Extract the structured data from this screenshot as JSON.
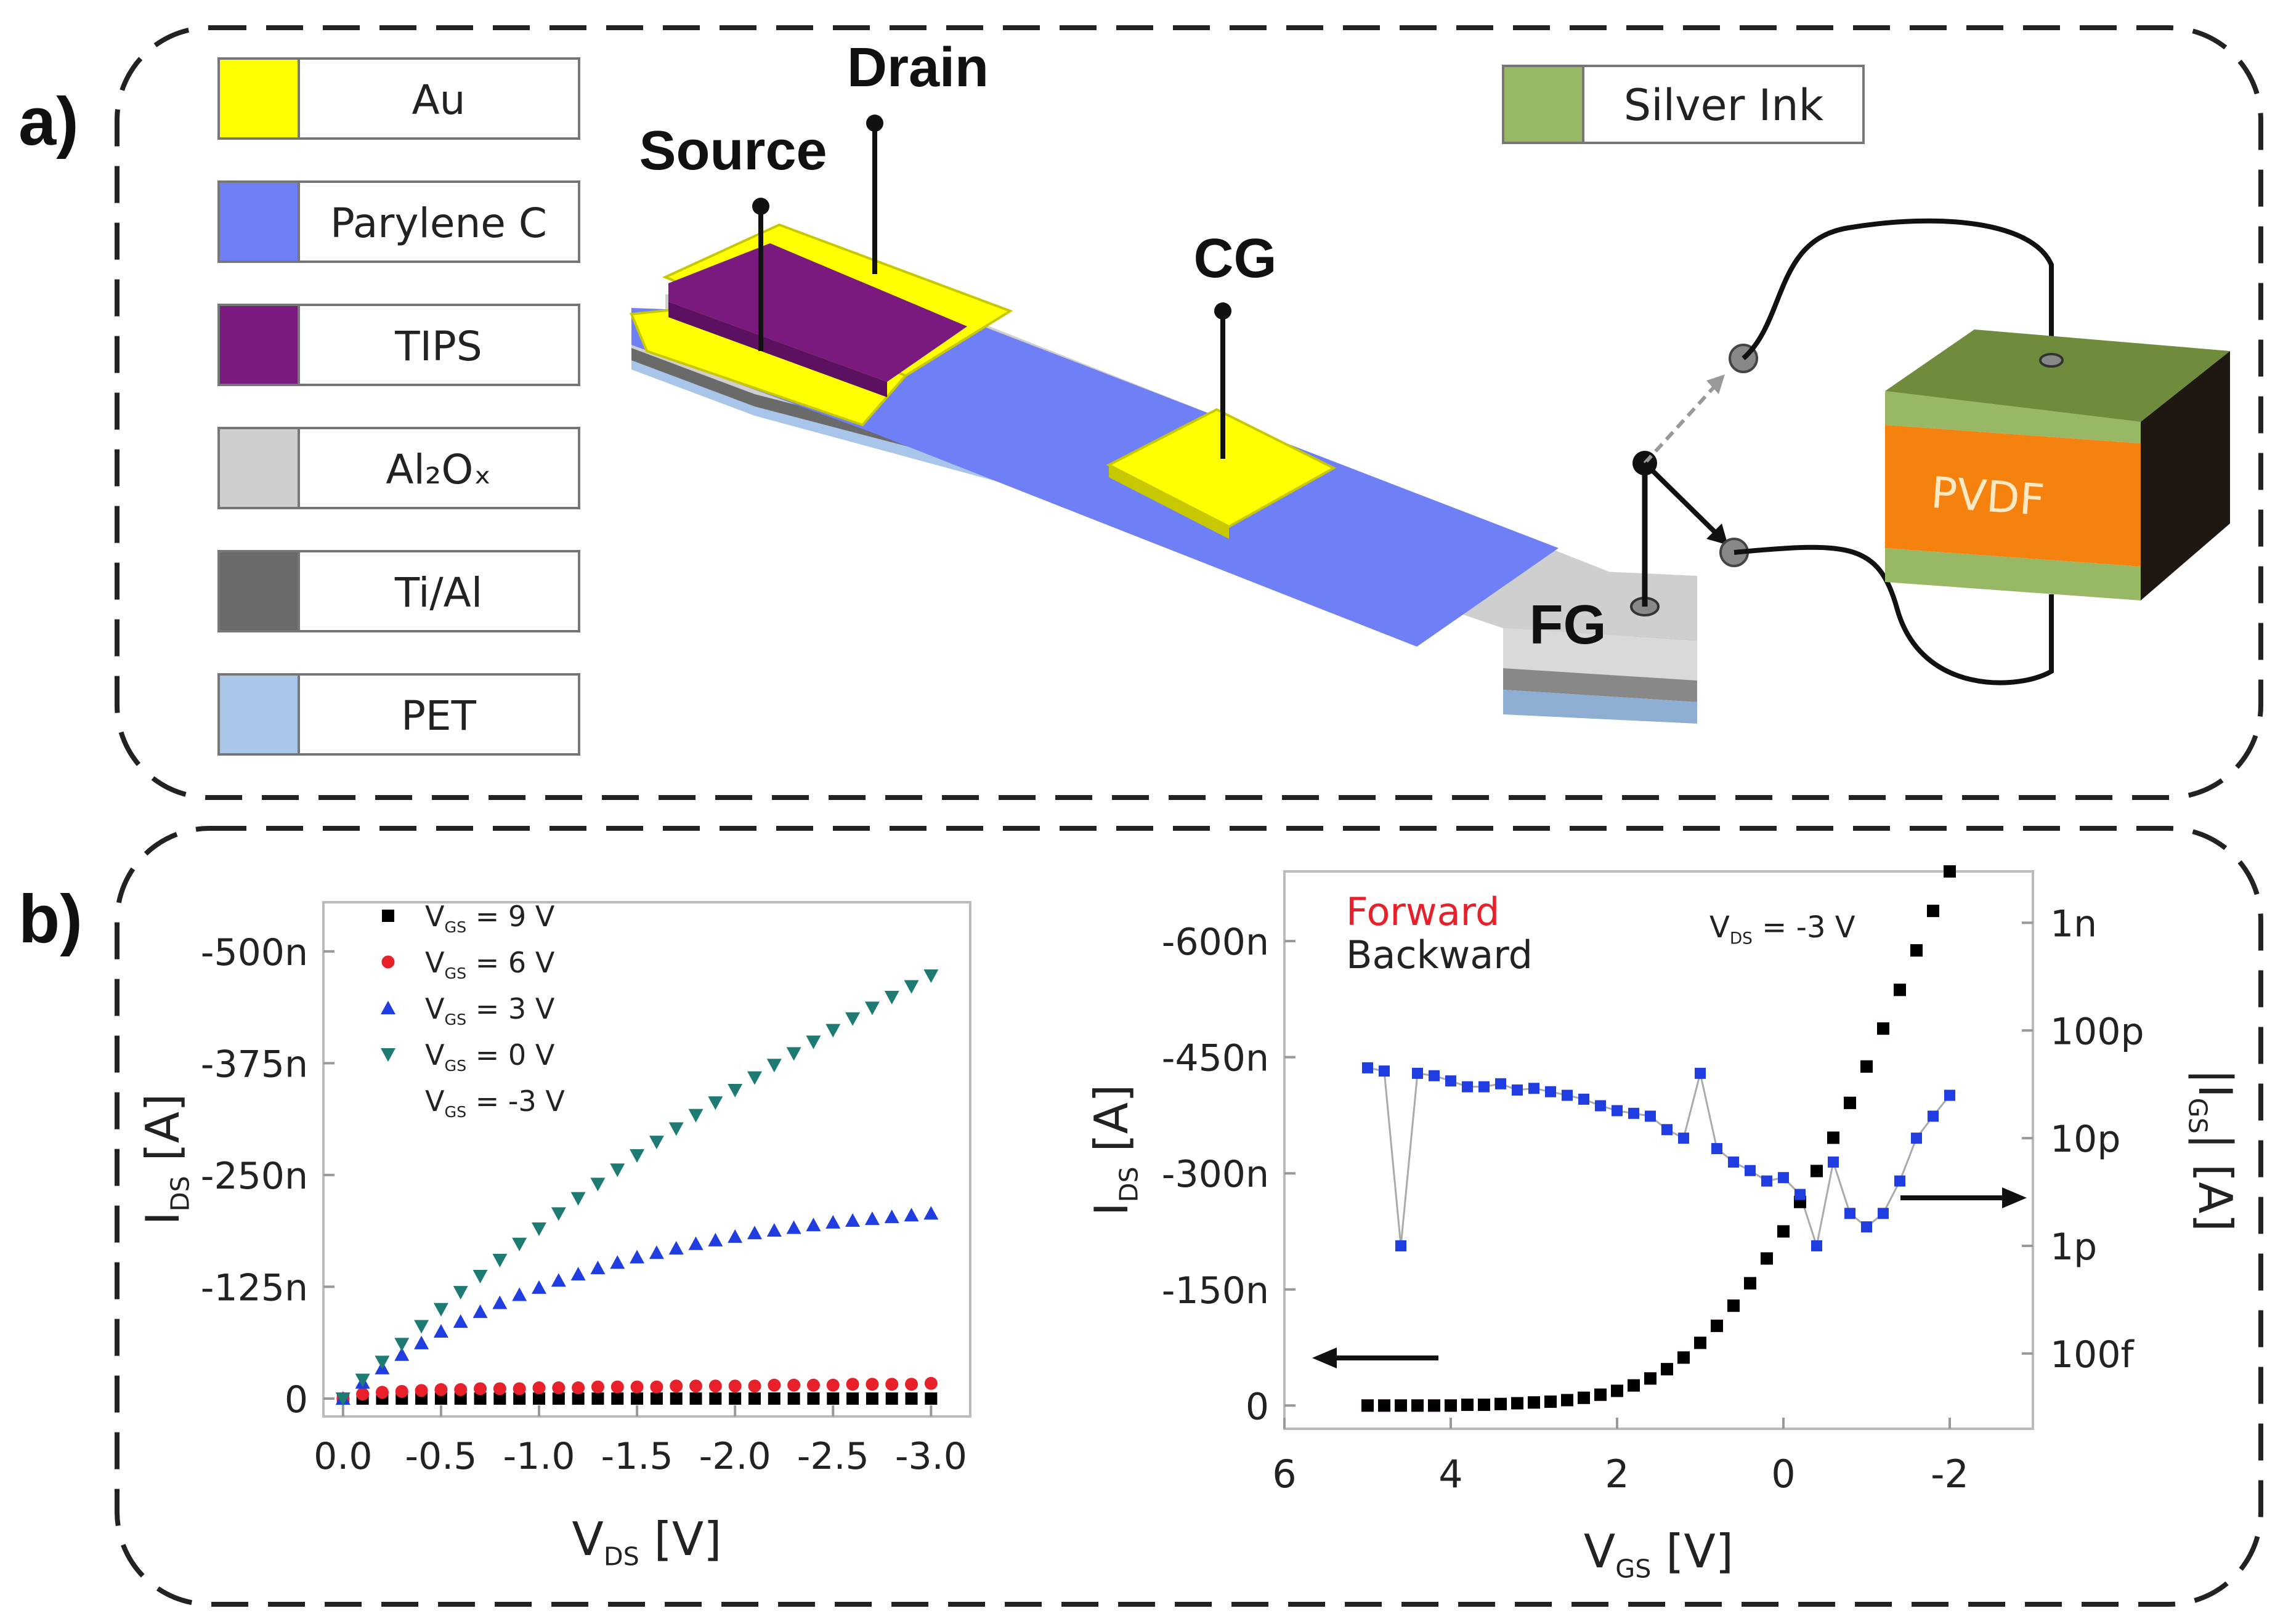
{
  "panel_a": {
    "label": "a)",
    "legend": [
      {
        "name": "Au",
        "color": "#ffff00"
      },
      {
        "name": "Parylene C",
        "color": "#6f7ff5"
      },
      {
        "name": "TIPS",
        "color": "#7a1a7e"
      },
      {
        "name": "Al₂Oₓ",
        "color": "#cfcfcf"
      },
      {
        "name": "Ti/Al",
        "color": "#6a6a6a"
      },
      {
        "name": "PET",
        "color": "#a9c6ea"
      }
    ],
    "legend_silver": {
      "name": "Silver Ink",
      "color": "#98b865"
    },
    "labels": {
      "source": "Source",
      "drain": "Drain",
      "cg": "CG",
      "fg": "FG",
      "pvdf": "PVDF"
    }
  },
  "panel_b": {
    "label": "b)"
  },
  "chart_data": [
    {
      "type": "scatter",
      "xlabel": "V_DS [V]",
      "ylabel": "I_DS [A]",
      "xlim": [
        0.1,
        -3.2
      ],
      "ylim": [
        20,
        -555
      ],
      "x_ticks": [
        "0.0",
        "-0.5",
        "-1.0",
        "-1.5",
        "-2.0",
        "-2.5",
        "-3.0"
      ],
      "y_ticks": [
        "0",
        "-125n",
        "-250n",
        "-375n",
        "-500n"
      ],
      "legend": [
        "V_GS = 9 V",
        "V_GS = 6 V",
        "V_GS = 3 V",
        "V_GS = 0 V",
        "V_GS = -3 V"
      ],
      "x": [
        0.0,
        -0.1,
        -0.2,
        -0.3,
        -0.4,
        -0.5,
        -0.6,
        -0.7,
        -0.8,
        -0.9,
        -1.0,
        -1.1,
        -1.2,
        -1.3,
        -1.4,
        -1.5,
        -1.6,
        -1.7,
        -1.8,
        -1.9,
        -2.0,
        -2.1,
        -2.2,
        -2.3,
        -2.4,
        -2.5,
        -2.6,
        -2.7,
        -2.8,
        -2.9,
        -3.0
      ],
      "series": [
        {
          "name": "V_GS = 9 V",
          "color": "#000000",
          "marker": "square",
          "values": [
            0,
            0,
            0,
            0,
            0,
            0,
            0,
            0,
            0,
            0,
            0,
            0,
            0,
            0,
            0,
            0,
            0,
            0,
            0,
            0,
            0,
            0,
            0,
            0,
            0,
            0,
            0,
            0,
            0,
            0,
            0
          ]
        },
        {
          "name": "V_GS = 6 V",
          "color": "#e8202a",
          "marker": "circle",
          "values": [
            0,
            -5,
            -7,
            -8,
            -9,
            -10,
            -10,
            -11,
            -11,
            -11,
            -12,
            -12,
            -12,
            -13,
            -13,
            -13,
            -13,
            -14,
            -14,
            -14,
            -14,
            -14,
            -15,
            -15,
            -15,
            -15,
            -16,
            -16,
            -16,
            -16,
            -17
          ]
        },
        {
          "name": "V_GS = 3 V",
          "color": "#1f3de0",
          "marker": "triangle-up",
          "values": [
            0,
            -18,
            -34,
            -49,
            -62,
            -75,
            -86,
            -97,
            -107,
            -116,
            -124,
            -132,
            -139,
            -146,
            -152,
            -158,
            -163,
            -168,
            -173,
            -177,
            -181,
            -185,
            -188,
            -191,
            -194,
            -197,
            -199,
            -201,
            -203,
            -205,
            -207
          ]
        },
        {
          "name": "V_GS = 0 V",
          "color": "#1e7b73",
          "marker": "triangle-down",
          "values": [
            0,
            -21,
            -41,
            -61,
            -81,
            -100,
            -119,
            -137,
            -155,
            -173,
            -190,
            -207,
            -224,
            -240,
            -256,
            -272,
            -287,
            -302,
            -317,
            -331,
            -345,
            -359,
            -373,
            -386,
            -399,
            -412,
            -425,
            -437,
            -449,
            -461,
            -473
          ]
        },
        {
          "name": "V_GS = -3 V",
          "color": "#ffffff",
          "marker": "none",
          "values": []
        }
      ]
    },
    {
      "type": "scatter",
      "xlabel": "V_GS [V]",
      "ylabel": "I_DS [A]",
      "y2label": "|I_GS| [A]",
      "annotation": "V_DS = -3 V",
      "legend": [
        "Forward",
        "Backward"
      ],
      "xlim": [
        6,
        -3
      ],
      "ylim": [
        30,
        -690
      ],
      "y2_log": true,
      "y2lim": [
        2e-14,
        3e-09
      ],
      "x_ticks": [
        "6",
        "4",
        "2",
        "0",
        "-2"
      ],
      "y_ticks": [
        "0",
        "-150n",
        "-300n",
        "-450n",
        "-600n"
      ],
      "y2_ticks": [
        "100f",
        "1p",
        "10p",
        "100p",
        "1n"
      ],
      "x": [
        5.0,
        4.8,
        4.6,
        4.4,
        4.2,
        4.0,
        3.8,
        3.6,
        3.4,
        3.2,
        3.0,
        2.8,
        2.6,
        2.4,
        2.2,
        2.0,
        1.8,
        1.6,
        1.4,
        1.2,
        1.0,
        0.8,
        0.6,
        0.4,
        0.2,
        0.0,
        -0.2,
        -0.4,
        -0.6,
        -0.8,
        -1.0,
        -1.2,
        -1.4,
        -1.6,
        -1.8,
        -2.0
      ],
      "series": [
        {
          "name": "Forward",
          "color": "#e8202a",
          "marker": "square",
          "values": [
            0,
            0,
            0,
            0,
            0,
            0,
            -1,
            -1,
            -2,
            -3,
            -4,
            -5,
            -7,
            -10,
            -14,
            -19,
            -26,
            -35,
            -47,
            -62,
            -81,
            -103,
            -129,
            -158,
            -190,
            -225,
            -263,
            -303,
            -346,
            -391,
            -438,
            -487,
            -537,
            -588,
            -639,
            -690
          ]
        },
        {
          "name": "Backward",
          "color": "#000000",
          "marker": "square",
          "values": [
            0,
            0,
            0,
            0,
            0,
            0,
            -1,
            -1,
            -2,
            -3,
            -4,
            -5,
            -7,
            -10,
            -14,
            -19,
            -26,
            -35,
            -47,
            -62,
            -81,
            -103,
            -129,
            -158,
            -190,
            -225,
            -263,
            -303,
            -346,
            -391,
            -438,
            -487,
            -537,
            -588,
            -639,
            -690
          ]
        },
        {
          "name": "|I_GS|",
          "color": "#1f3de0",
          "marker": "square",
          "axis": "y2",
          "values": [
            4.5e-11,
            4.2e-11,
            1e-12,
            4e-11,
            3.8e-11,
            3.4e-11,
            3e-11,
            3e-11,
            3.2e-11,
            2.8e-11,
            2.9e-11,
            2.7e-11,
            2.5e-11,
            2.3e-11,
            2e-11,
            1.8e-11,
            1.7e-11,
            1.6e-11,
            1.2e-11,
            1e-11,
            4e-11,
            8e-12,
            6e-12,
            5e-12,
            4e-12,
            4.3e-12,
            3e-12,
            1e-12,
            6e-12,
            2e-12,
            1.5e-12,
            2e-12,
            4e-12,
            1e-11,
            1.6e-11,
            2.5e-11
          ]
        }
      ]
    }
  ]
}
